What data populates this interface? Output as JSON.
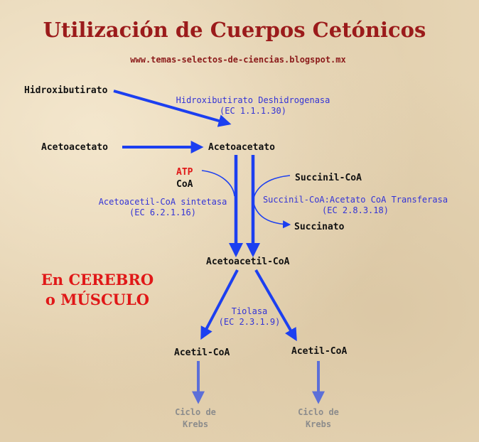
{
  "title": "Utilización de Cuerpos Cetónicos",
  "url": "www.temas-selectos-de-ciencias.blogspot.mx",
  "molecules": {
    "hidroxibutirato": "Hidroxibutirato",
    "acetoacetato_left": "Acetoacetato",
    "acetoacetato": "Acetoacetato",
    "succinil_coa": "Succinil-CoA",
    "succinato": "Succinato",
    "acetoacetil_coa": "Acetoacetil-CoA",
    "acetil_coa_left": "Acetil-CoA",
    "acetil_coa_right": "Acetil-CoA",
    "atp": "ATP",
    "coa": "CoA"
  },
  "enzymes": {
    "deshidrogenasa_name": "Hidroxibutirato Deshidrogenasa",
    "deshidrogenasa_ec": "(EC 1.1.1.30)",
    "sintetasa_name": "Acetoacetil-CoA sintetasa",
    "sintetasa_ec": "(EC 6.2.1.16)",
    "transferasa_name": "Succinil-CoA:Acetato CoA Transferasa",
    "transferasa_ec": "(EC 2.8.3.18)",
    "tiolasa_name": "Tiolasa",
    "tiolasa_ec": "(EC 2.3.1.9)"
  },
  "location": {
    "line1": "En CEREBRO",
    "line2": "o MÚSCULO"
  },
  "krebs": {
    "left_line1": "Ciclo de",
    "left_line2": "Krebs",
    "right_line1": "Ciclo de",
    "right_line2": "Krebs"
  },
  "colors": {
    "title": "#9b1b1b",
    "arrow_main": "#1c3ff0",
    "arrow_secondary": "#5c6fd8",
    "enzyme_text": "#3333d6",
    "highlight_red": "#e01818",
    "krebs_text": "#8c8c8c"
  }
}
